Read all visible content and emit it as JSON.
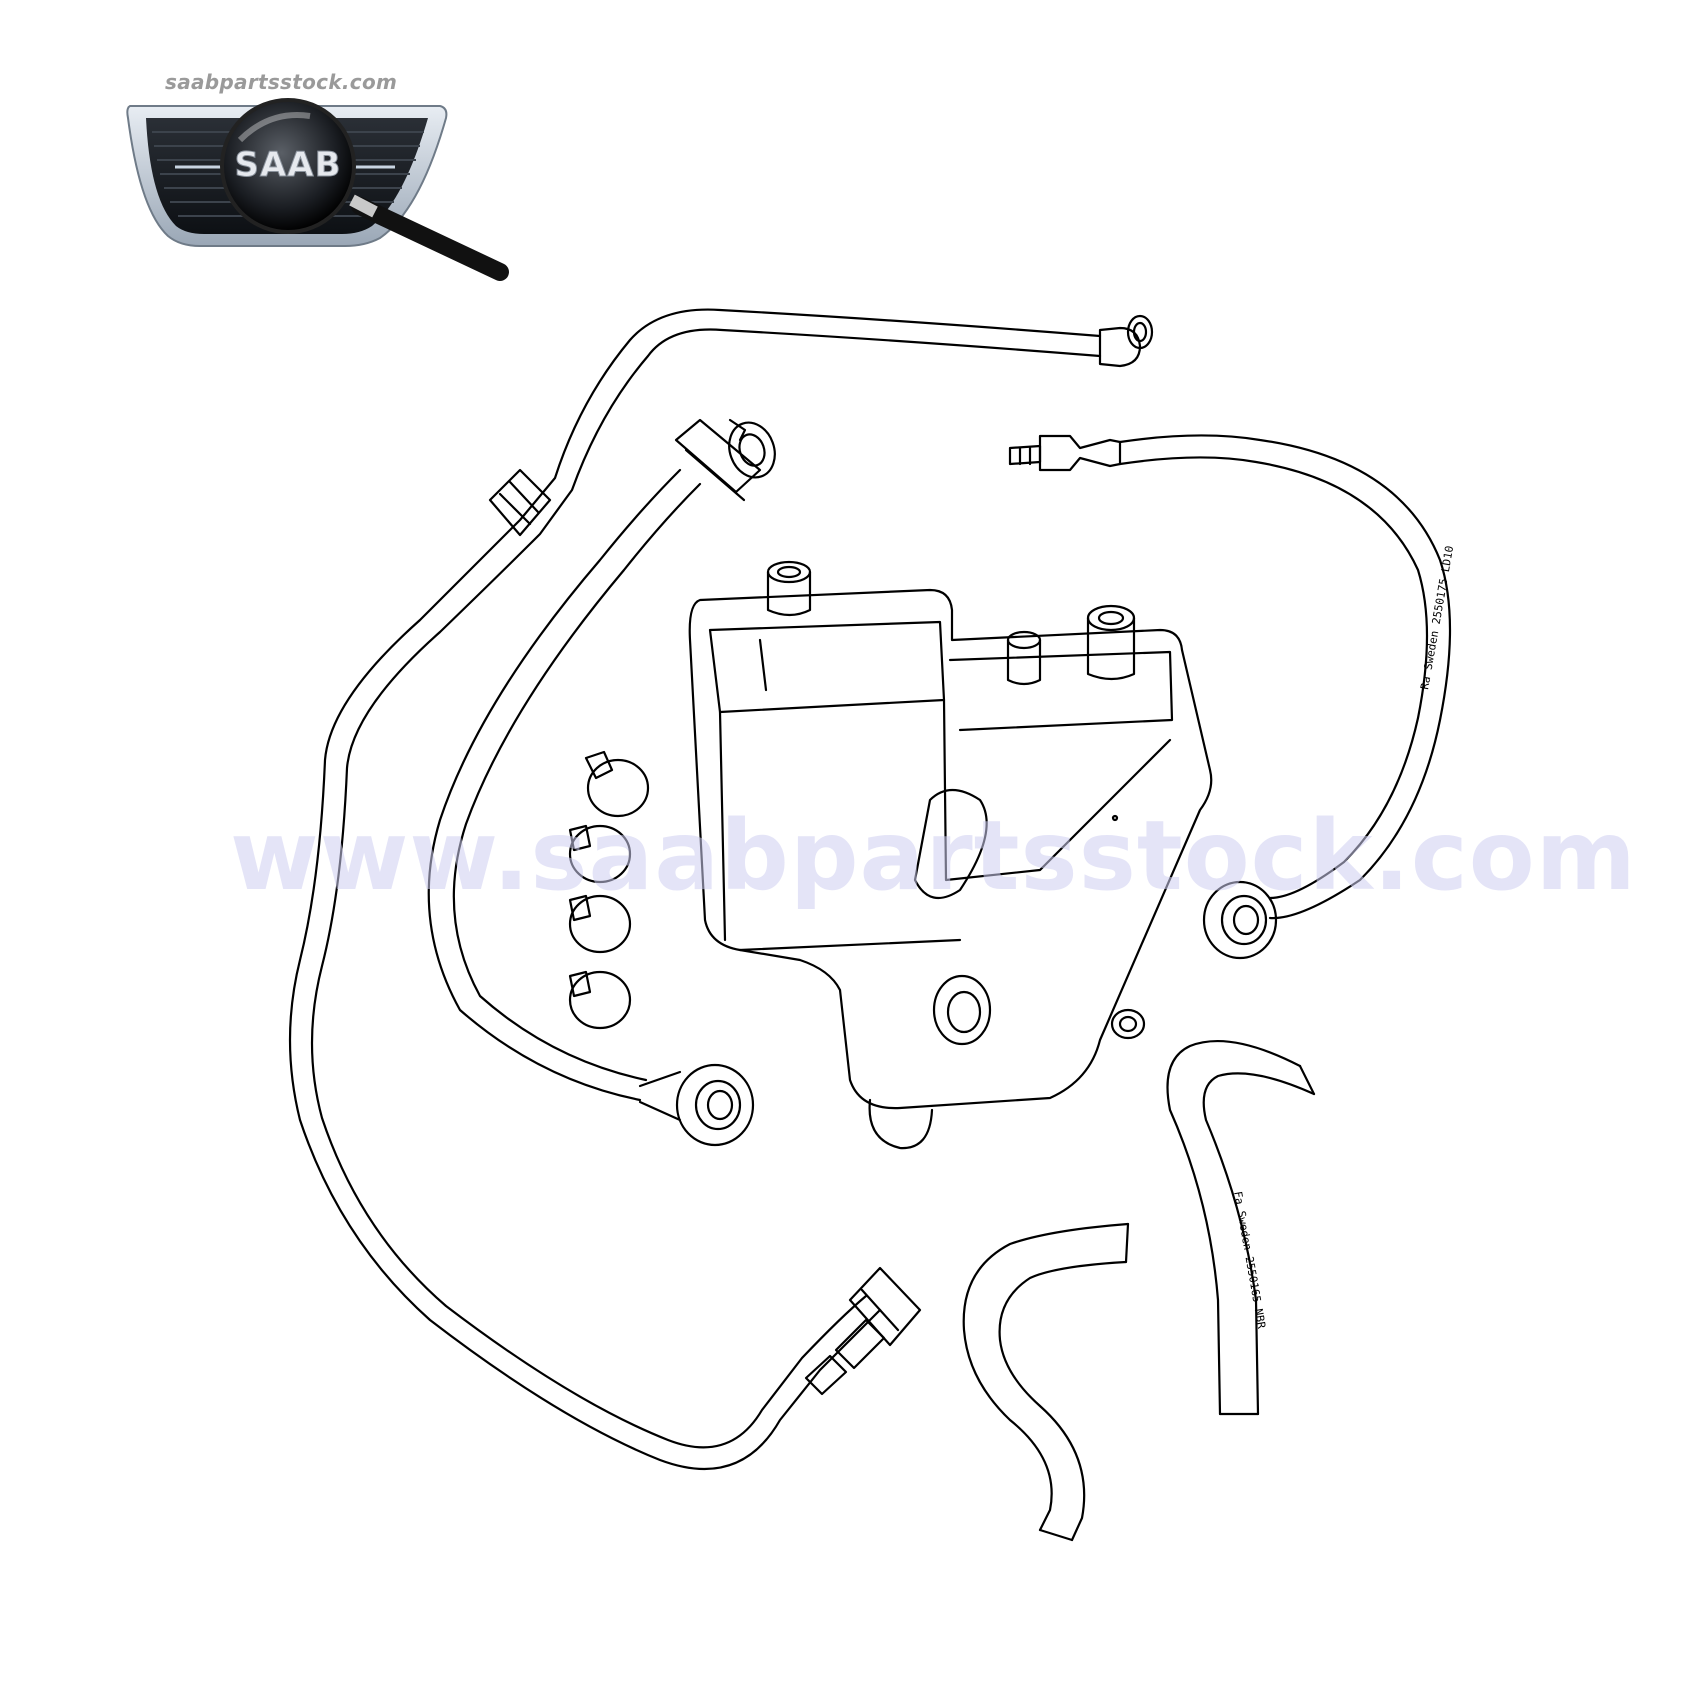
{
  "logo": {
    "site_url": "saabpartsstock.com",
    "badge_text": "SAAB"
  },
  "watermark": {
    "text": "www.saabpartsstock.com"
  },
  "diagram": {
    "hose_markings": {
      "right_long_hose": "Ra Sweden 2550175 LD10",
      "right_bent_hose": "Fa Sweden 2550165 NBR"
    },
    "colors": {
      "line": "#000000",
      "background": "#ffffff",
      "watermark": "#cdcdf0",
      "logo_frame": "#2a2f36"
    }
  }
}
